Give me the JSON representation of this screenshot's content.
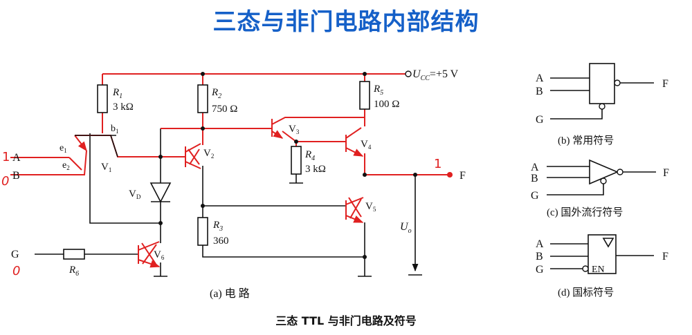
{
  "title": "三态与非门电路内部结构",
  "circuit": {
    "ucc": "U",
    "ucc_sub": "CC",
    "ucc_value": "=+5 V",
    "r1": "R",
    "r1_sub": "1",
    "r1_val": "3 kΩ",
    "r2": "R",
    "r2_sub": "2",
    "r2_val": "750 Ω",
    "r3": "R",
    "r3_sub": "3",
    "r3_val": "360",
    "r4": "R",
    "r4_sub": "4",
    "r4_val": "3 kΩ",
    "r5": "R",
    "r5_sub": "5",
    "r5_val": "100 Ω",
    "r6": "R",
    "r6_sub": "6",
    "v1": "V",
    "v1_sub": "1",
    "v2": "V",
    "v2_sub": "2",
    "v3": "V",
    "v3_sub": "3",
    "v4": "V",
    "v4_sub": "4",
    "v5": "V",
    "v5_sub": "5",
    "v6": "V",
    "v6_sub": "6",
    "vd": "V",
    "vd_sub": "D",
    "b1": "b",
    "b1_sub": "1",
    "e1": "e",
    "e1_sub": "1",
    "e2": "e",
    "e2_sub": "2",
    "in_a": "A",
    "in_b": "B",
    "in_g": "G",
    "out_f": "F",
    "uo": "U",
    "uo_sub": "o",
    "caption": "(a)  电  路"
  },
  "annotations": {
    "a_val": "1",
    "b_val": "0",
    "g_val": "0",
    "f_val": "1"
  },
  "symbols": {
    "b": {
      "in1": "A",
      "in2": "B",
      "in3": "G",
      "out": "F",
      "caption": "(b)  常用符号"
    },
    "c": {
      "in1": "A",
      "in2": "B",
      "in3": "G",
      "out": "F",
      "caption": "(c)  国外流行符号"
    },
    "d": {
      "in1": "A",
      "in2": "B",
      "in3": "G",
      "out": "F",
      "en": "EN",
      "caption": "(d)  国标符号"
    }
  },
  "figure_caption": "三态 TTL 与非门电路及符号"
}
